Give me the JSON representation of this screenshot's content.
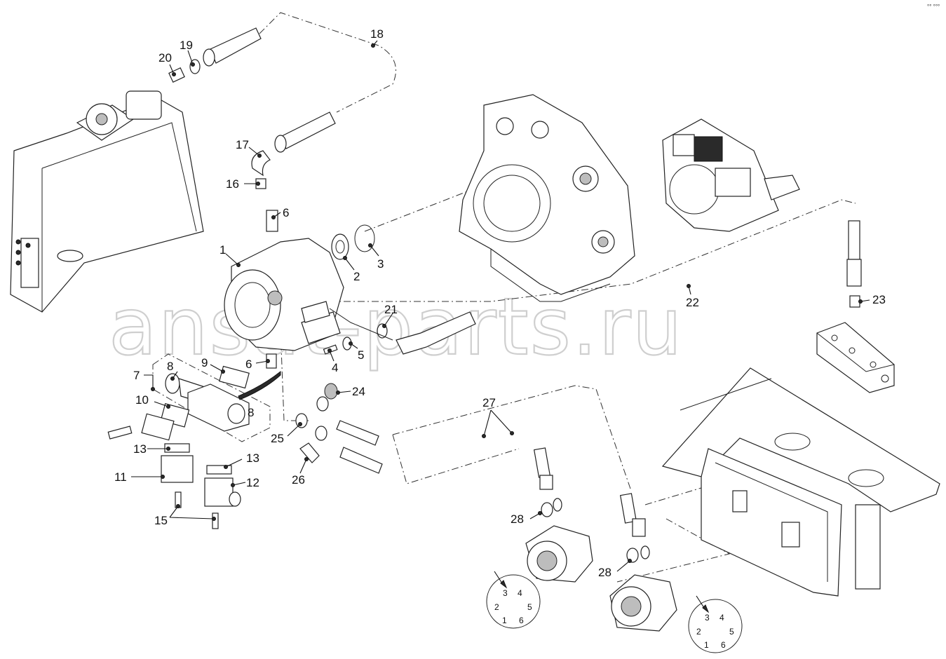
{
  "watermark": "ansat-parts.ru",
  "corner_code": "°° °°°",
  "callouts": [
    {
      "id": "1",
      "text": "1"
    },
    {
      "id": "2",
      "text": "2"
    },
    {
      "id": "3",
      "text": "3"
    },
    {
      "id": "4",
      "text": "4"
    },
    {
      "id": "5",
      "text": "5"
    },
    {
      "id": "6a",
      "text": "6"
    },
    {
      "id": "6b",
      "text": "6"
    },
    {
      "id": "7",
      "text": "7"
    },
    {
      "id": "8a",
      "text": "8"
    },
    {
      "id": "8b",
      "text": "8"
    },
    {
      "id": "9",
      "text": "9"
    },
    {
      "id": "10",
      "text": "10"
    },
    {
      "id": "11",
      "text": "11"
    },
    {
      "id": "12",
      "text": "12"
    },
    {
      "id": "13a",
      "text": "13"
    },
    {
      "id": "13b",
      "text": "13"
    },
    {
      "id": "15",
      "text": "15"
    },
    {
      "id": "16",
      "text": "16"
    },
    {
      "id": "17",
      "text": "17"
    },
    {
      "id": "18",
      "text": "18"
    },
    {
      "id": "19",
      "text": "19"
    },
    {
      "id": "20",
      "text": "20"
    },
    {
      "id": "21",
      "text": "21"
    },
    {
      "id": "22",
      "text": "22"
    },
    {
      "id": "23",
      "text": "23"
    },
    {
      "id": "24",
      "text": "24"
    },
    {
      "id": "25",
      "text": "25"
    },
    {
      "id": "26",
      "text": "26"
    },
    {
      "id": "27",
      "text": "27"
    },
    {
      "id": "28a",
      "text": "28"
    },
    {
      "id": "28b",
      "text": "28"
    }
  ],
  "connector_pins": [
    "1",
    "2",
    "3",
    "4",
    "5",
    "6"
  ]
}
